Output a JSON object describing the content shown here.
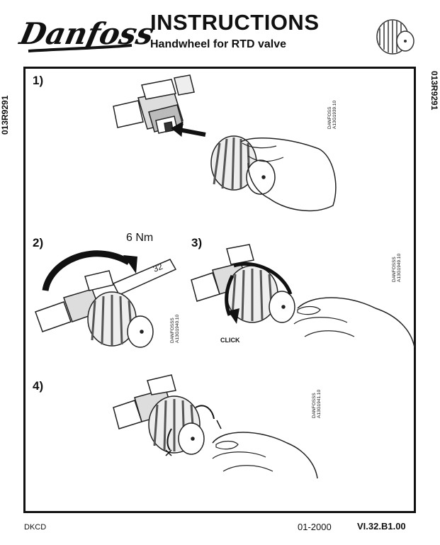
{
  "header": {
    "brand": "Danfoss",
    "title": "INSTRUCTIONS",
    "subtitle": "Handwheel for RTD valve"
  },
  "side_code": "013R9291",
  "steps": [
    {
      "label": "1)",
      "figure_code": "DANFOSS\nA13G1939.10"
    },
    {
      "label": "2)",
      "figure_code": "DANFOSSS\nA13G1940.10",
      "torque": "6 Nm",
      "wrench_size": "32"
    },
    {
      "label": "3)",
      "figure_code": "DANFOSSS\nA13G1949.10",
      "click_text": "CLICK"
    },
    {
      "label": "4)",
      "figure_code": "DANFOSSS\nA13G1941.10"
    }
  ],
  "footer": {
    "left": "DKCD",
    "date": "01-2000",
    "reference": "VI.32.B1.00"
  }
}
